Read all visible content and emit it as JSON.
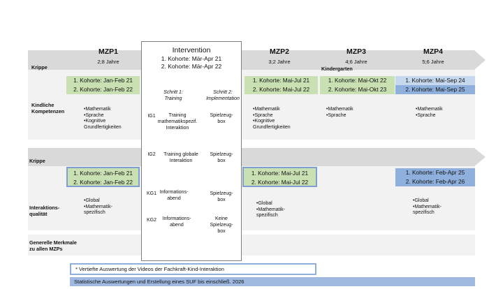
{
  "intervention": {
    "title": "Intervention",
    "line1": "1. Kohorte: Mär-Apr 21",
    "line2": "2. Kohorte: Mär-Apr 22",
    "col1_head": "Schritt 1: Training",
    "col2_head": "Schritt 2: Implementation",
    "groups": [
      {
        "code": "IG1",
        "step1": "Training mathematikspezif. Interaktion",
        "step2": "Spielzeug-box"
      },
      {
        "code": "IG2",
        "step1": "Training globale Interaktion",
        "step2": "Spielzeug-box"
      },
      {
        "code": "KG1",
        "step1": "Informations-abend",
        "step2": "Spielzeug-box"
      },
      {
        "code": "KG2",
        "step1": "Informations-abend",
        "step2": "Keine Spielzeug-box"
      }
    ]
  },
  "timepoints": [
    {
      "name": "MZP1",
      "age": "2;8 Jahre"
    },
    {
      "name": "MZP2",
      "age": "3;2 Jahre"
    },
    {
      "name": "MZP3",
      "age": "4;6 Jahre"
    },
    {
      "name": "MZP4",
      "age": "5;6 Jahre"
    }
  ],
  "labels": {
    "krippe1": "Krippe",
    "kindergarten": "Kindergarten",
    "krippe2": "Krippe",
    "kindliche": "Kindliche Kompetenzen",
    "interaktion": "Interaktions-qualität",
    "generelle": "Generelle Merkmale zu allen MZPs"
  },
  "kinder": {
    "mzp1": [
      "1. Kohorte: Jan-Feb 21",
      "2. Kohorte: Jan-Feb 22"
    ],
    "mzp2": [
      "1. Kohorte: Mai-Jul 21",
      "2. Kohorte: Mai-Jul 22"
    ],
    "mzp3": [
      "1. Kohorte: Mai-Okt 22",
      "2. Kohorte: Mai-Okt 23"
    ],
    "mzp4": [
      "1. Kohorte: Mai-Sep 24",
      "2. Kohorte: Mai-Sep 25"
    ],
    "list1": [
      "Mathematik",
      "Sprache",
      "Kognitive Grundfertigkeiten"
    ],
    "list2": [
      "Mathematik",
      "Sprache",
      "Kognitive Grundfertigkeiten"
    ],
    "list3": [
      "Mathematik",
      "Sprache"
    ],
    "list4": [
      "Mathematik",
      "Sprache"
    ]
  },
  "interaktion_rows": {
    "mzp1": [
      "1. Kohorte: Jan-Feb 21",
      "2. Kohorte: Jan-Feb 22"
    ],
    "mzp2": [
      "1. Kohorte: Mai-Jul 21",
      "2. Kohorte: Mai-Jul 22"
    ],
    "mzp4": [
      "1. Kohorte: Feb-Apr 25",
      "2. Kohorte: Feb-Apr 26"
    ],
    "list1": [
      "Global",
      "Mathematik-spezifisch"
    ],
    "list2": [
      "Global",
      "Mathematik-spezifisch"
    ],
    "list4": [
      "Global",
      "Mathematik-spezifisch"
    ]
  },
  "footer": {
    "note": "* Vertiefte Auswertung  der Videos der Fachkraft-Kind-Interaktion",
    "stats": "Statistische Auswertungen  und Erstellung eines SUF bis einschließ. 2026"
  }
}
